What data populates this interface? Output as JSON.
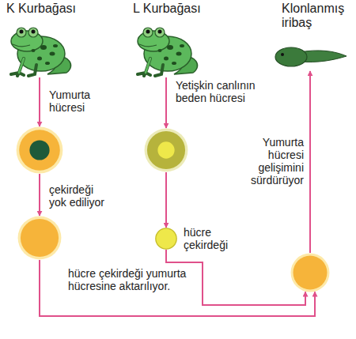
{
  "diagram": {
    "nodes": [
      {
        "text": [
          "K Kurbağası"
        ]
      },
      {
        "text": [
          "L Kurbağası"
        ]
      },
      {
        "text": [
          "Klonlanmış iribaş"
        ]
      },
      {
        "text": []
      },
      {
        "text": []
      },
      {
        "text": []
      },
      {
        "text": [
          "hücre çekirdeği"
        ]
      },
      {
        "text": []
      }
    ],
    "edges": [
      {
        "from": 0,
        "to": 3,
        "label": "Yumurta hücresi",
        "arrow": "to"
      },
      {
        "from": 1,
        "to": 4,
        "label": "Yetişkin canlının beden hücresi",
        "arrow": "to"
      },
      {
        "from": 3,
        "to": 5,
        "label": "çekirdeği yok ediliyor",
        "arrow": "to"
      },
      {
        "from": 4,
        "to": 6,
        "arrow": "to"
      },
      {
        "from": 5,
        "to": 7,
        "label": "hücre çekirdeği yumurta hücresine aktarılıyor.",
        "arrow": "to"
      },
      {
        "from": 6,
        "to": 7,
        "arrow": "to"
      },
      {
        "from": 7,
        "to": 2,
        "label": "Yumurta hücresi gelişimini sürdürüyor",
        "arrow": "to"
      }
    ]
  }
}
